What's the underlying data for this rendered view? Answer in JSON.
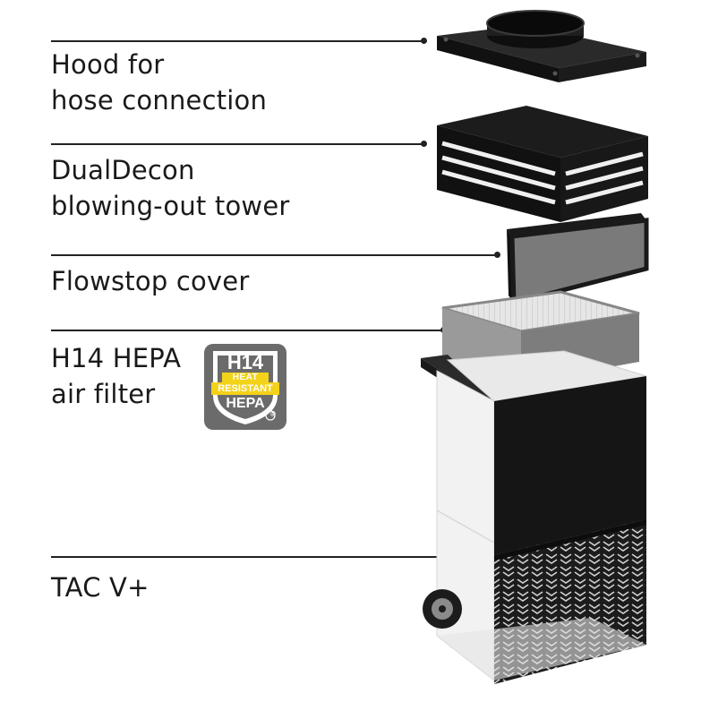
{
  "labels": {
    "hood_line1": "Hood for",
    "hood_line2": "hose connection",
    "tower_line1": "DualDecon",
    "tower_line2": "blowing-out tower",
    "cover": "Flowstop cover",
    "filter_line1": "H14 HEPA",
    "filter_line2": "air filter",
    "unit": "TAC V+"
  },
  "badge": {
    "top": "H14",
    "heat": "HEAT",
    "resistant": "RESISTANT",
    "hepa": "HEPA",
    "reg": "®"
  },
  "colors": {
    "text": "#1a1a1a",
    "device_black": "#151515",
    "device_white": "#f2f2f2",
    "badge_yellow": "#f3d21a",
    "badge_grey": "#6b6b6b"
  }
}
